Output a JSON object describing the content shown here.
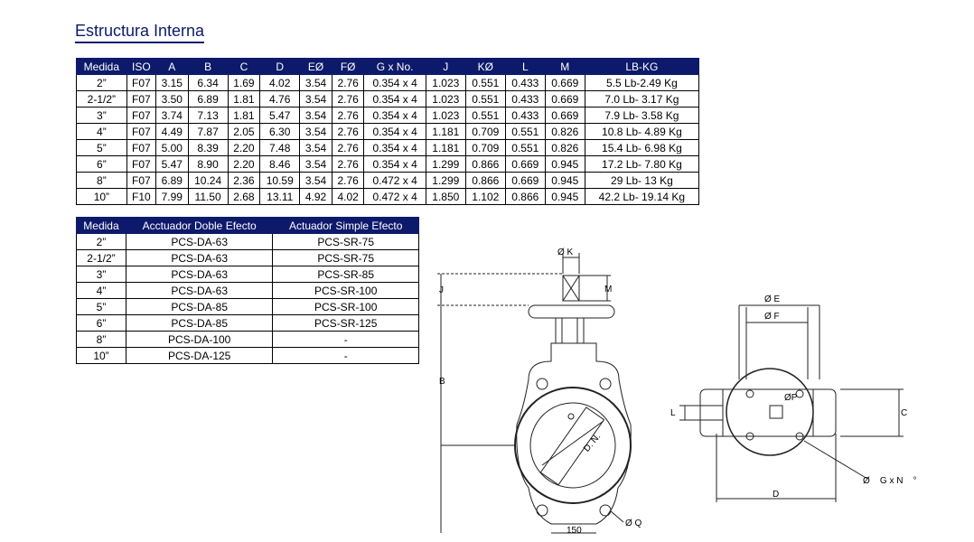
{
  "title": "Estructura Interna",
  "table1": {
    "headers": [
      "Medida",
      "ISO",
      "A",
      "B",
      "C",
      "D",
      "EØ",
      "FØ",
      "G x No.",
      "J",
      "KØ",
      "L",
      "M",
      "LB-KG"
    ],
    "rows": [
      [
        "2”",
        "F07",
        "3.15",
        "6.34",
        "1.69",
        "4.02",
        "3.54",
        "2.76",
        "0.354 x 4",
        "1.023",
        "0.551",
        "0.433",
        "0.669",
        "5.5 Lb-2.49 Kg"
      ],
      [
        "2-1/2”",
        "F07",
        "3.50",
        "6.89",
        "1.81",
        "4.76",
        "3.54",
        "2.76",
        "0.354 x 4",
        "1.023",
        "0.551",
        "0.433",
        "0.669",
        "7.0 Lb- 3.17 Kg"
      ],
      [
        "3”",
        "F07",
        "3.74",
        "7.13",
        "1.81",
        "5.47",
        "3.54",
        "2.76",
        "0.354 x 4",
        "1.023",
        "0.551",
        "0.433",
        "0.669",
        "7.9 Lb- 3.58 Kg"
      ],
      [
        "4”",
        "F07",
        "4.49",
        "7.87",
        "2.05",
        "6.30",
        "3.54",
        "2.76",
        "0.354 x 4",
        "1.181",
        "0.709",
        "0.551",
        "0.826",
        "10.8 Lb- 4.89 Kg"
      ],
      [
        "5”",
        "F07",
        "5.00",
        "8.39",
        "2.20",
        "7.48",
        "3.54",
        "2.76",
        "0.354 x 4",
        "1.181",
        "0.709",
        "0.551",
        "0.826",
        "15.4 Lb- 6.98 Kg"
      ],
      [
        "6”",
        "F07",
        "5.47",
        "8.90",
        "2.20",
        "8.46",
        "3.54",
        "2.76",
        "0.354 x 4",
        "1.299",
        "0.866",
        "0.669",
        "0.945",
        "17.2 Lb- 7.80 Kg"
      ],
      [
        "8”",
        "F07",
        "6.89",
        "10.24",
        "2.36",
        "10.59",
        "3.54",
        "2.76",
        "0.472 x 4",
        "1.299",
        "0.866",
        "0.669",
        "0.945",
        "29 Lb- 13 Kg"
      ],
      [
        "10”",
        "F10",
        "7.99",
        "11.50",
        "2.68",
        "13.11",
        "4.92",
        "4.02",
        "0.472 x 4",
        "1.850",
        "1.102",
        "0.866",
        "0.945",
        "42.2 Lb- 19.14 Kg"
      ]
    ]
  },
  "table2": {
    "headers": [
      "Medida",
      "Acctuador Doble Efecto",
      "Actuador Simple Efecto"
    ],
    "rows": [
      [
        "2”",
        "PCS-DA-63",
        "PCS-SR-75"
      ],
      [
        "2-1/2”",
        "PCS-DA-63",
        "PCS-SR-75"
      ],
      [
        "3”",
        "PCS-DA-63",
        "PCS-SR-85"
      ],
      [
        "4”",
        "PCS-DA-63",
        "PCS-SR-100"
      ],
      [
        "5”",
        "PCS-DA-85",
        "PCS-SR-100"
      ],
      [
        "6”",
        "PCS-DA-85",
        "PCS-SR-125"
      ],
      [
        "8”",
        "PCS-DA-100",
        "-"
      ],
      [
        "10”",
        "PCS-DA-125",
        "-"
      ]
    ]
  },
  "drawing": {
    "labels": {
      "k": "Ø K",
      "j": "J",
      "m": "M",
      "b": "B",
      "dn": "D. N.",
      "q": "Ø Q",
      "w": "150",
      "e": "Ø E",
      "f": "Ø F",
      "l": "L",
      "p": "ØP",
      "c": "C",
      "d": "D",
      "g": "Ø    G x N    °"
    }
  }
}
